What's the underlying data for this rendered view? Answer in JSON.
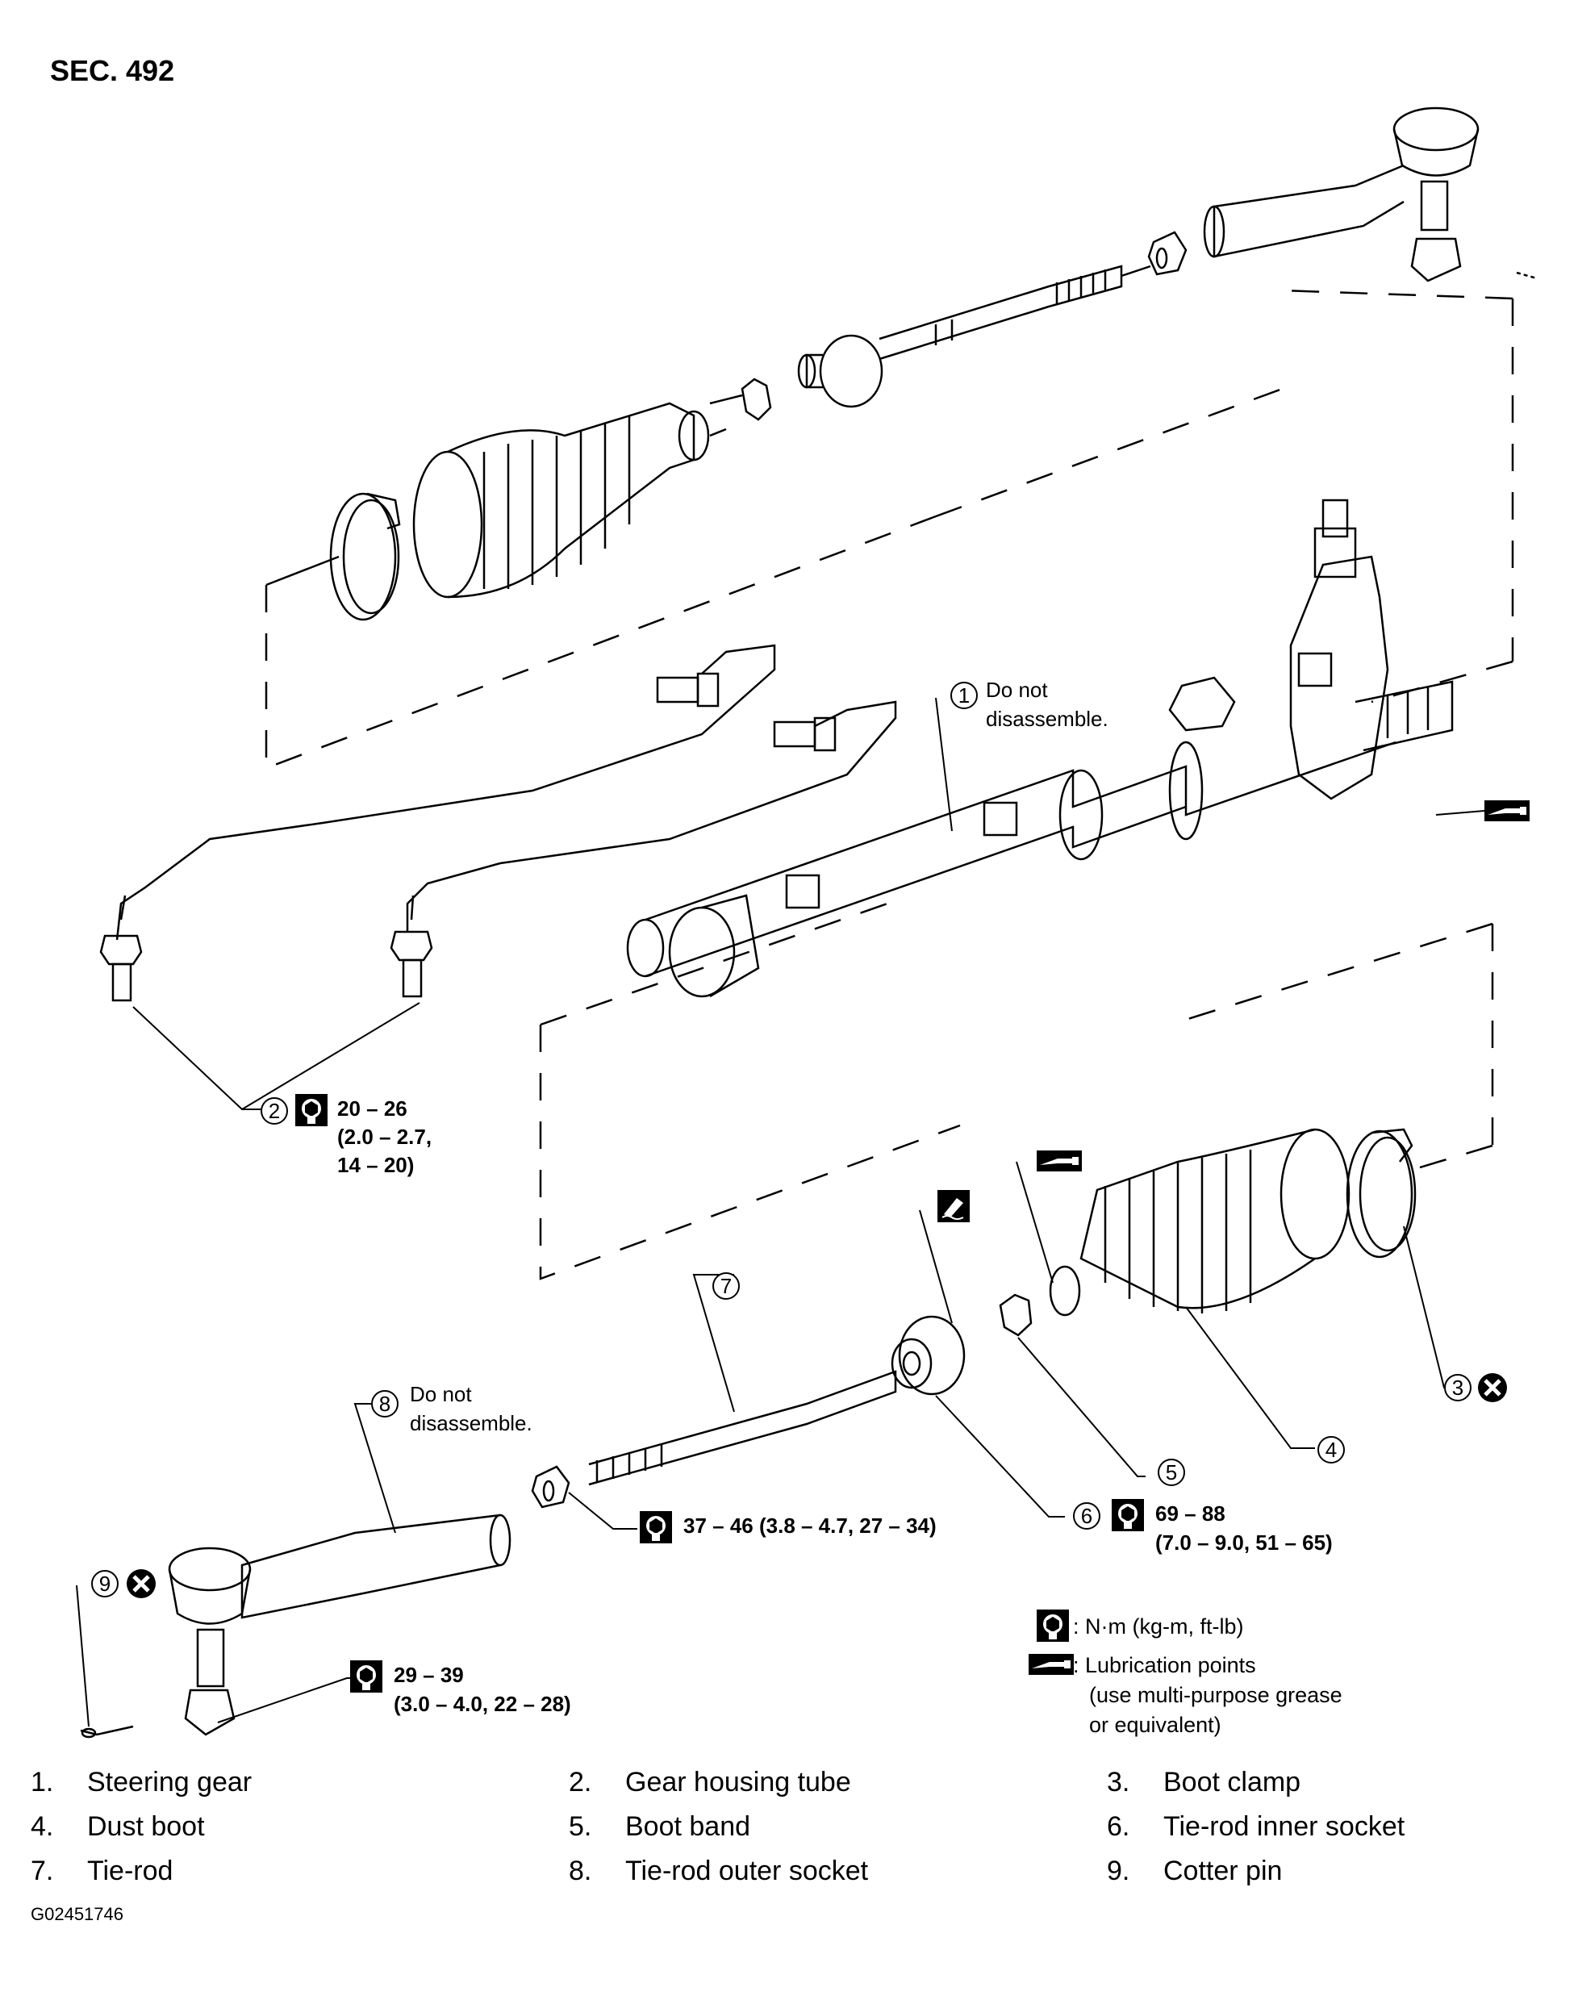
{
  "section": "SEC. 492",
  "callouts": {
    "c1": {
      "num": "1",
      "note_line1": "Do not",
      "note_line2": "disassemble."
    },
    "c2": {
      "num": "2",
      "torque_line1": "20 – 26",
      "torque_line2": "(2.0 – 2.7,",
      "torque_line3": "14 – 20)"
    },
    "c3": {
      "num": "3"
    },
    "c4": {
      "num": "4"
    },
    "c5": {
      "num": "5"
    },
    "c6": {
      "num": "6",
      "torque_line1": "69 – 88",
      "torque_line2": "(7.0 – 9.0, 51 – 65)"
    },
    "c7": {
      "num": "7"
    },
    "c8": {
      "num": "8",
      "note_line1": "Do not",
      "note_line2": "disassemble."
    },
    "c9": {
      "num": "9"
    },
    "nut_torque": "37 – 46 (3.8 – 4.7, 27 – 34)",
    "outer_torque_line1": "29 – 39",
    "outer_torque_line2": "(3.0 – 4.0, 22 – 28)"
  },
  "legend": {
    "torque_unit": ": N·m (kg-m, ft-lb)",
    "lube_line1": ": Lubrication points",
    "lube_line2": "(use multi-purpose grease",
    "lube_line3": "or equivalent)"
  },
  "parts": [
    {
      "num": "1.",
      "label": "Steering gear"
    },
    {
      "num": "2.",
      "label": "Gear housing tube"
    },
    {
      "num": "3.",
      "label": "Boot clamp"
    },
    {
      "num": "4.",
      "label": "Dust boot"
    },
    {
      "num": "5.",
      "label": "Boot band"
    },
    {
      "num": "6.",
      "label": "Tie-rod inner socket"
    },
    {
      "num": "7.",
      "label": "Tie-rod"
    },
    {
      "num": "8.",
      "label": "Tie-rod outer socket"
    },
    {
      "num": "9.",
      "label": "Cotter pin"
    }
  ],
  "figure_code": "G02451746",
  "icons": [
    "torque-wrench-icon",
    "lubrication-icon",
    "sealant-icon",
    "do-not-reuse-icon"
  ]
}
